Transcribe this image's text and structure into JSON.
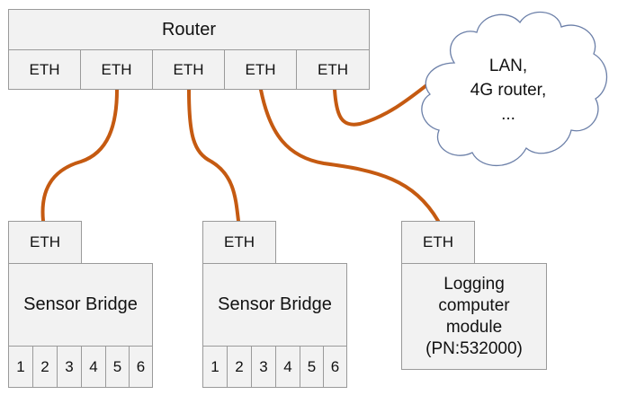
{
  "router": {
    "title": "Router",
    "ports": [
      "ETH",
      "ETH",
      "ETH",
      "ETH",
      "ETH"
    ]
  },
  "cloud": {
    "lines": [
      "LAN,",
      "4G router,",
      "..."
    ]
  },
  "sensor_bridge_1": {
    "port": "ETH",
    "title": "Sensor Bridge",
    "channels": [
      "1",
      "2",
      "3",
      "4",
      "5",
      "6"
    ]
  },
  "sensor_bridge_2": {
    "port": "ETH",
    "title": "Sensor Bridge",
    "channels": [
      "1",
      "2",
      "3",
      "4",
      "5",
      "6"
    ]
  },
  "logger": {
    "port": "ETH",
    "lines": [
      "Logging",
      "computer",
      "module",
      "(PN:532000)"
    ]
  },
  "colors": {
    "cable": "#C55A11",
    "box_fill": "#F2F2F2",
    "box_border": "#9A9A9A"
  }
}
